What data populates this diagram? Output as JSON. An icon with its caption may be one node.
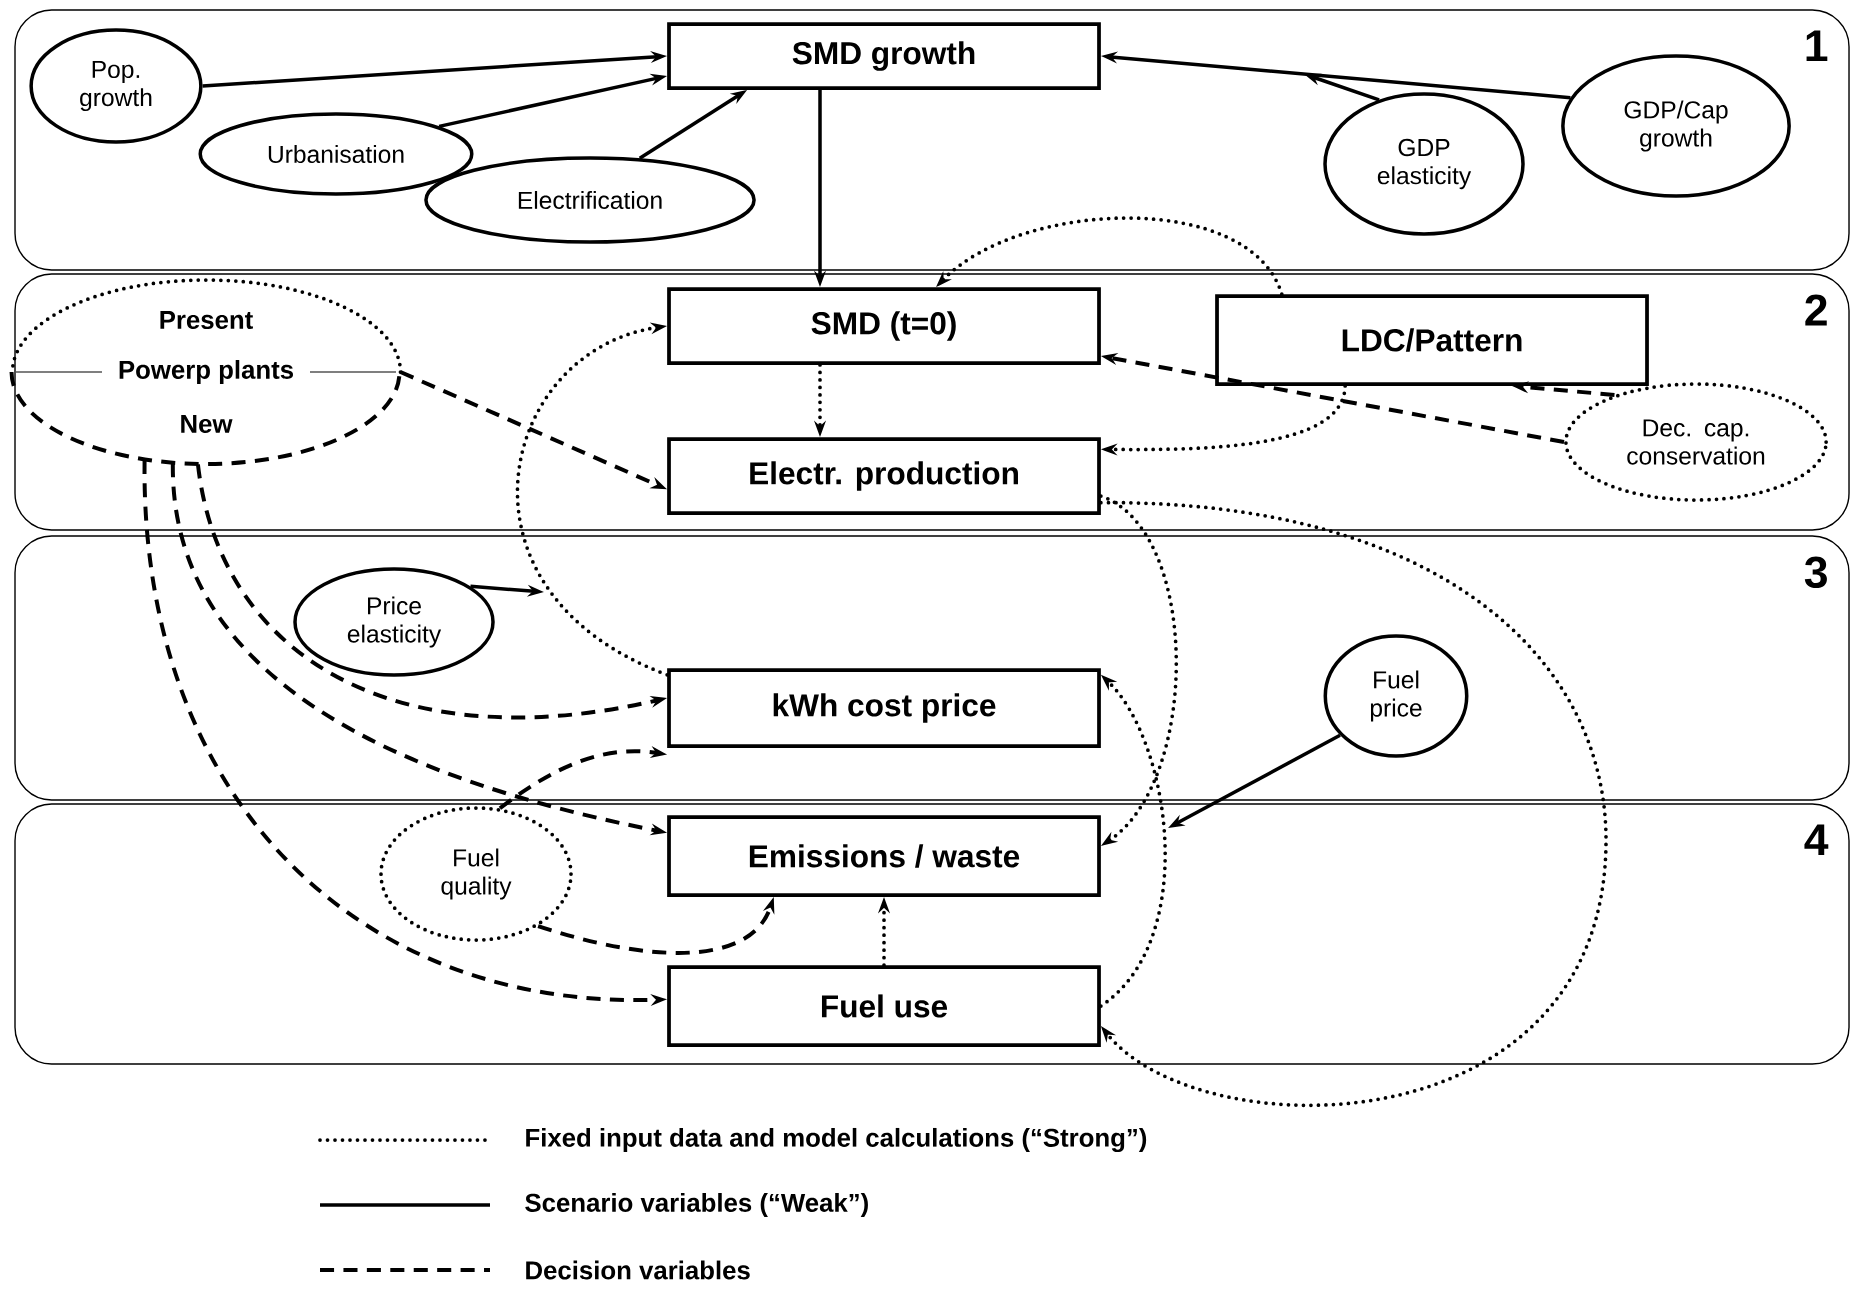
{
  "diagram": {
    "nodes": [
      {
        "text": [
          "1"
        ]
      },
      {
        "text": [
          "Pop. growth"
        ],
        "in": 0
      },
      {
        "text": [
          "SMD growth"
        ],
        "in": 0
      },
      {
        "text": [
          "Urbanisation"
        ],
        "in": 0
      },
      {
        "text": [
          "Electrification"
        ],
        "in": 0
      },
      {
        "text": [
          "GDP elasticity"
        ],
        "in": 0
      },
      {
        "text": [
          "GDP/Cap growth"
        ],
        "in": 0
      },
      {
        "text": [
          "2"
        ]
      },
      {
        "text": [
          "Present",
          "Powerp plants",
          "New"
        ],
        "in": 7
      },
      {
        "text": [
          "SMD (t=0)"
        ],
        "in": 7
      },
      {
        "text": [
          "LDC/Pattern"
        ],
        "in": 7
      },
      {
        "text": [
          "Electr. production"
        ],
        "in": 7
      },
      {
        "text": [
          "Dec. cap. conservation"
        ],
        "in": 7
      },
      {
        "text": [
          "3"
        ]
      },
      {
        "text": [
          "Price elasticity"
        ],
        "in": 13
      },
      {
        "text": [
          "kWh cost price"
        ],
        "in": 13
      },
      {
        "text": [
          "Fuel price"
        ],
        "in": 13
      },
      {
        "text": [
          "4"
        ]
      },
      {
        "text": [
          "Fuel quality"
        ],
        "in": 17
      },
      {
        "text": [
          "Emissions / waste"
        ],
        "in": 17
      },
      {
        "text": [
          "Fuel use"
        ],
        "in": 17
      }
    ],
    "edges": [
      {
        "from": 1,
        "to": 2,
        "arrow": "to"
      },
      {
        "from": 3,
        "to": 2,
        "arrow": "to"
      },
      {
        "from": 4,
        "to": 2,
        "arrow": "to"
      },
      {
        "from": 6,
        "to": 2,
        "arrow": "to"
      },
      {
        "from": 5,
        "to": null,
        "arrow": "to"
      },
      {
        "from": 2,
        "to": 9,
        "arrow": "to"
      },
      {
        "from": 9,
        "to": 11,
        "arrow": "to",
        "style": "dashed"
      },
      {
        "from": 10,
        "to": 9,
        "arrow": "to",
        "style": "dashed"
      },
      {
        "from": 10,
        "to": 11,
        "arrow": "to",
        "style": "dashed"
      },
      {
        "from": 15,
        "to": 9,
        "arrow": "to",
        "style": "dashed"
      },
      {
        "from": 14,
        "to": null,
        "arrow": "to"
      },
      {
        "from": 11,
        "to": 19,
        "arrow": "to",
        "style": "dashed"
      },
      {
        "from": 20,
        "to": 15,
        "arrow": "to",
        "style": "dashed"
      },
      {
        "from": 11,
        "to": 20,
        "arrow": "to",
        "style": "dashed"
      },
      {
        "from": 20,
        "to": 19,
        "arrow": "to",
        "style": "dashed"
      },
      {
        "from": 16,
        "to": 17,
        "arrow": "to"
      },
      {
        "from": 8,
        "to": 11,
        "arrow": "to",
        "style": "dashed"
      },
      {
        "from": 12,
        "to": 9,
        "arrow": "to",
        "style": "dashed"
      },
      {
        "from": 12,
        "to": 10,
        "arrow": "to",
        "style": "dashed"
      },
      {
        "from": 8,
        "to": 15,
        "arrow": "to",
        "style": "dashed"
      },
      {
        "from": 8,
        "to": 19,
        "arrow": "to",
        "style": "dashed"
      },
      {
        "from": 8,
        "to": 20,
        "arrow": "to",
        "style": "dashed"
      },
      {
        "from": 18,
        "to": 15,
        "arrow": "to",
        "style": "dashed"
      },
      {
        "from": 18,
        "to": 19,
        "arrow": "to",
        "style": "dashed"
      }
    ],
    "legend": [
      {
        "text": "Fixed input data and model calculations (“Strong”)"
      },
      {
        "text": "Scenario variables (“Weak”)"
      },
      {
        "text": "Decision variables"
      }
    ]
  }
}
